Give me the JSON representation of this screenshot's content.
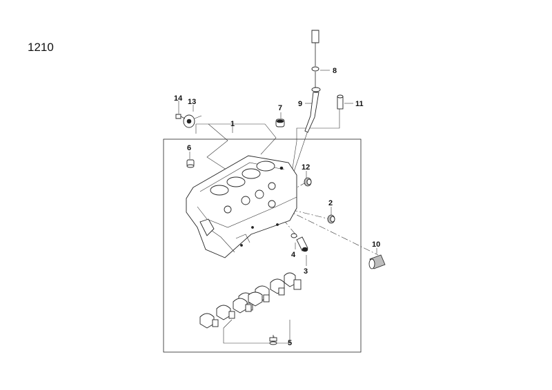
{
  "diagram": {
    "page_number": "1210",
    "callouts": [
      {
        "id": "c1",
        "label": "1"
      },
      {
        "id": "c2",
        "label": "2"
      },
      {
        "id": "c3",
        "label": "3"
      },
      {
        "id": "c4",
        "label": "4"
      },
      {
        "id": "c5",
        "label": "5"
      },
      {
        "id": "c6",
        "label": "6"
      },
      {
        "id": "c7",
        "label": "7"
      },
      {
        "id": "c8",
        "label": "8"
      },
      {
        "id": "c9",
        "label": "9"
      },
      {
        "id": "c10",
        "label": "10"
      },
      {
        "id": "c11",
        "label": "11"
      },
      {
        "id": "c12",
        "label": "12"
      },
      {
        "id": "c13",
        "label": "13"
      },
      {
        "id": "c14",
        "label": "14"
      }
    ]
  }
}
